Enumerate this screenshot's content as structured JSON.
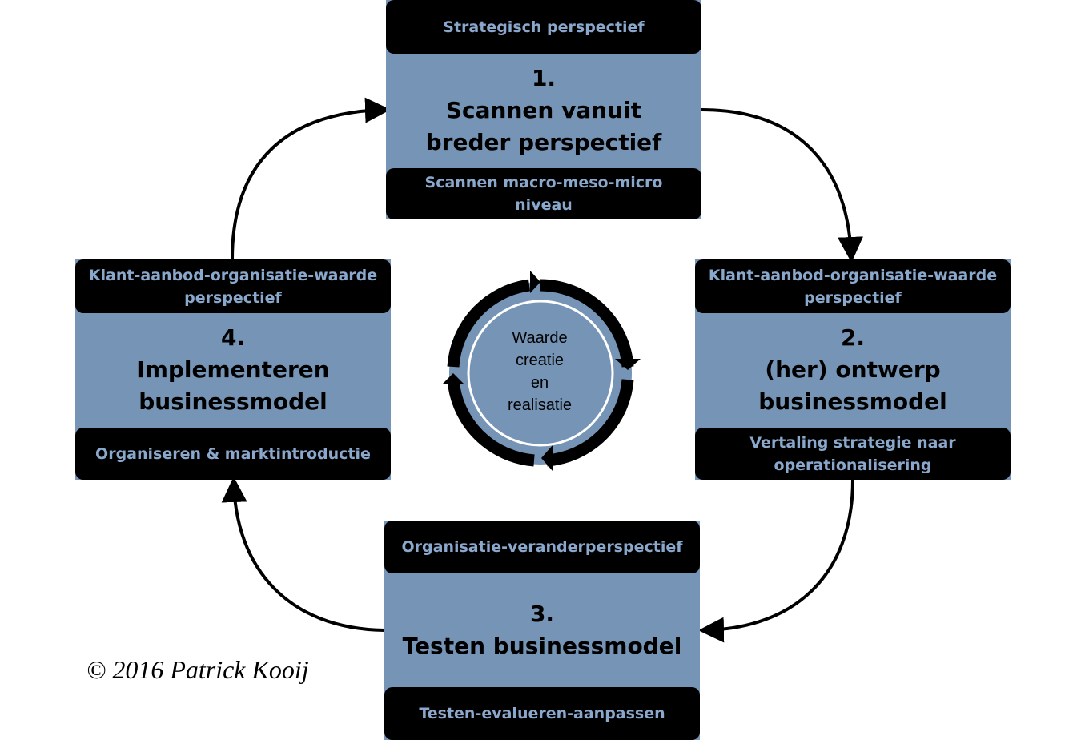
{
  "steps": [
    {
      "top_label": "Strategisch perspectief",
      "number": "1.",
      "title_line1": "Scannen vanuit",
      "title_line2": "breder perspectief",
      "bottom_label": "Scannen macro-meso-micro niveau"
    },
    {
      "top_label_line1": "Klant-aanbod-organisatie-waarde",
      "top_label_line2": "perspectief",
      "number": "2.",
      "title_line1": "(her) ontwerp",
      "title_line2": "businessmodel",
      "bottom_label_line1": "Vertaling strategie naar",
      "bottom_label_line2": "operationalisering"
    },
    {
      "top_label": "Organisatie-veranderperspectief",
      "number": "3.",
      "title_line1": "Testen businessmodel",
      "bottom_label": "Testen-evalueren-aanpassen"
    },
    {
      "top_label_line1": "Klant-aanbod-organisatie-waarde",
      "top_label_line2": "perspectief",
      "number": "4.",
      "title_line1": "Implementeren",
      "title_line2": "businessmodel",
      "bottom_label": "Organiseren & marktintroductie"
    }
  ],
  "center": {
    "line1": "Waarde",
    "line2": "creatie",
    "line3": "en",
    "line4": "realisatie"
  },
  "copyright": "© 2016 Patrick Kooij",
  "colors": {
    "box_fill": "#7594b6",
    "bar_fill": "#000000",
    "bar_text": "#8aa7cc",
    "arrow": "#000000"
  }
}
